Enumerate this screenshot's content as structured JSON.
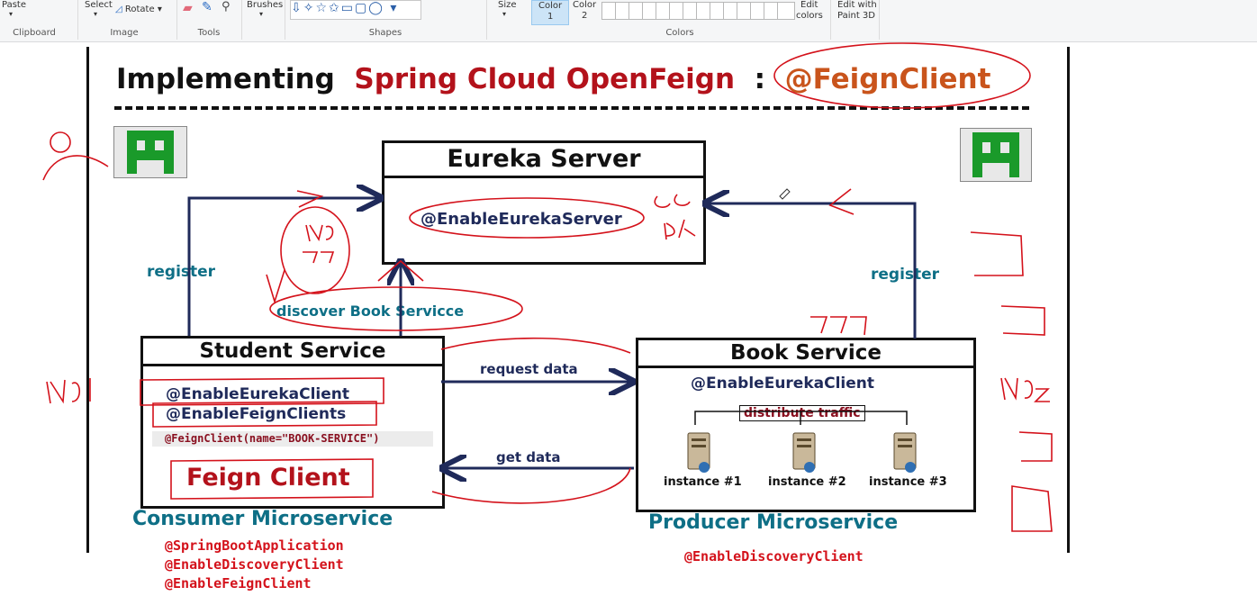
{
  "ribbon": {
    "paste": "Paste",
    "select": "Select",
    "rotate": "Rotate",
    "brushes": "Brushes",
    "size": "Size",
    "color1": "Color",
    "color1_num": "1",
    "color2": "Color",
    "color2_num": "2",
    "edit_colors_1": "Edit",
    "edit_colors_2": "colors",
    "paint3d_1": "Edit with",
    "paint3d_2": "Paint 3D",
    "groups": {
      "clipboard": "Clipboard",
      "image": "Image",
      "tools": "Tools",
      "shapes": "Shapes",
      "colors": "Colors"
    },
    "palette": [
      "#ffffff",
      "#ffffff",
      "#ffffff",
      "#ffffff",
      "#ffffff",
      "#ffffff",
      "#ffffff",
      "#ffffff",
      "#ffffff",
      "#ffffff",
      "#ffffff",
      "#ffffff",
      "#ffffff",
      "#ffffff"
    ]
  },
  "diagram": {
    "title_black": "Implementing",
    "title_red": "Spring Cloud OpenFeign",
    "title_colon": ":",
    "title_annotation": "@FeignClient",
    "eureka": {
      "title": "Eureka Server",
      "annotation": "@EnableEurekaServer"
    },
    "student": {
      "title": "Student Service",
      "ann1": "@EnableEurekaClient",
      "ann2": "@EnableFeignClients",
      "code": "@FeignClient(name=\"BOOK-SERVICE\")",
      "feign": "Feign Client"
    },
    "book": {
      "title": "Book Service",
      "ann": "@EnableEurekaClient",
      "distribute": "distribute traffic",
      "instances": [
        "instance #1",
        "instance #2",
        "instance #3"
      ]
    },
    "labels": {
      "register_left": "register",
      "register_right": "register",
      "discover": "discover Book Servicce",
      "request": "request data",
      "get": "get data",
      "consumer": "Consumer Microservice",
      "producer": "Producer Microservice"
    }
  },
  "bottom": {
    "consumer_annotations": [
      "@SpringBootApplication",
      "@EnableDiscoveryClient",
      "@EnableFeignClient"
    ],
    "producer_annotation": "@EnableDiscoveryClient"
  },
  "colors": {
    "accent_red": "#b3121b",
    "navy": "#1f2a5a",
    "teal": "#0e6f86",
    "pen_red": "#d4121b"
  }
}
